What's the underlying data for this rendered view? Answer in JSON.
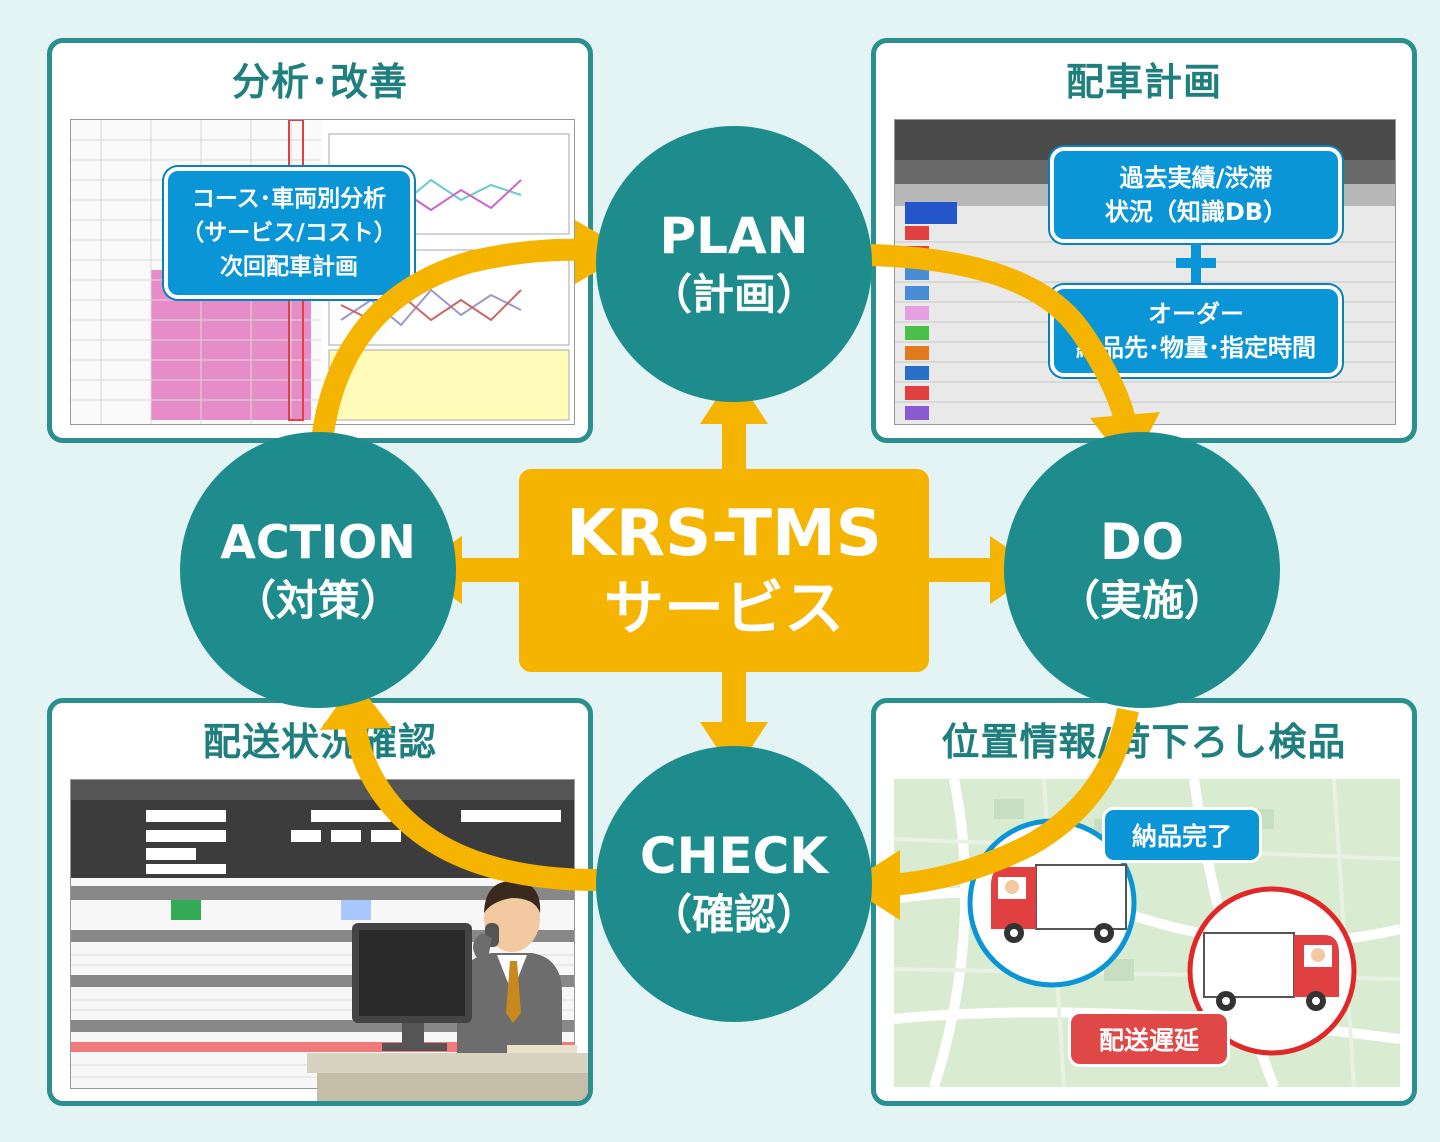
{
  "center": {
    "line1": "KRS-TMS",
    "line2": "サービス"
  },
  "cycle": {
    "plan": {
      "en": "PLAN",
      "jp": "（計画）"
    },
    "do": {
      "en": "DO",
      "jp": "（実施）"
    },
    "check": {
      "en": "CHECK",
      "jp": "（確認）"
    },
    "action": {
      "en": "ACTION",
      "jp": "（対策）"
    }
  },
  "panels": {
    "analysis": {
      "title": "分析･改善",
      "callout": [
        "コース･車両別分析",
        "（サービス/コスト）",
        "次回配車計画"
      ]
    },
    "dispatch": {
      "title": "配車計画",
      "callout_top": [
        "過去実績/渋滞",
        "状況（知識DB）"
      ],
      "plus": "+",
      "callout_bottom": [
        "オーダー",
        "納品先･物量･指定時間"
      ]
    },
    "status": {
      "title": "配送状況確認"
    },
    "location": {
      "title": "位置情報/荷下ろし検品",
      "tag_done": "納品完了",
      "tag_delay": "配送遅延"
    }
  },
  "colors": {
    "teal": "#1e8c8c",
    "yellow": "#f5b400",
    "blue": "#0a95d6",
    "red": "#e04040",
    "background": "#e4f3f4"
  }
}
